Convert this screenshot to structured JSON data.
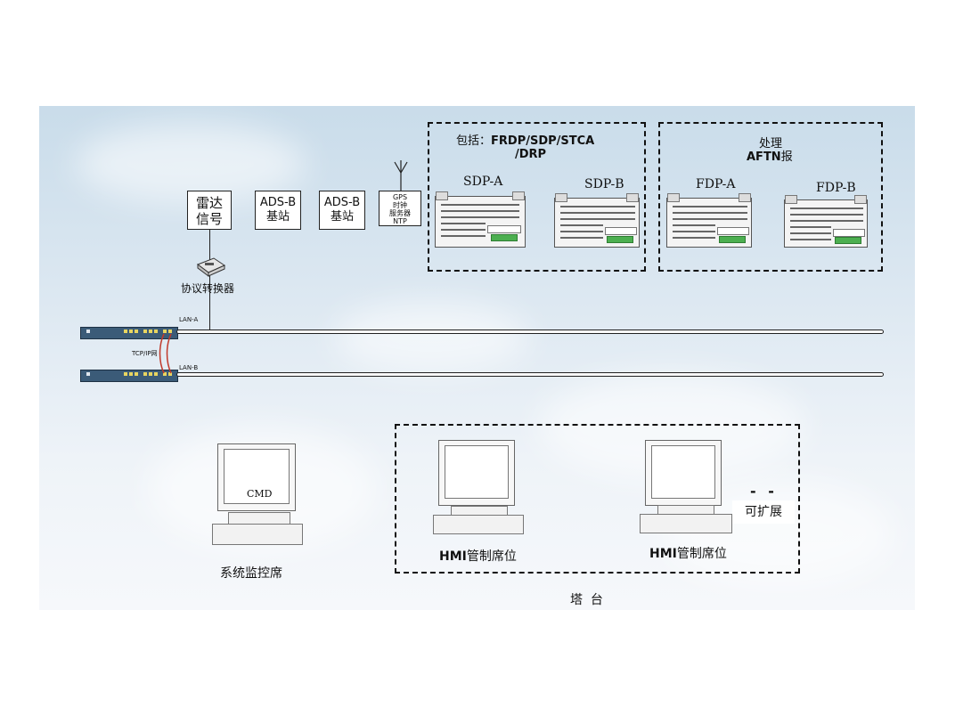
{
  "radar_box": {
    "line1": "雷达",
    "line2": "信号"
  },
  "adsb1": {
    "line1": "ADS-B",
    "line2": "基站"
  },
  "adsb2": {
    "line1": "ADS-B",
    "line2": "基站"
  },
  "gps_box": {
    "line1": "GPS",
    "line2": "时钟",
    "line3": "服务器",
    "line4": "NTP"
  },
  "protocol_converter": "协议转换器",
  "sdp_group": {
    "title1": "包括：",
    "title1_bold": "FRDP/SDP/STCA",
    "title2": "/DRP",
    "server_a": "SDP-A",
    "server_b": "SDP-B"
  },
  "fdp_group": {
    "title1": "处理",
    "title2_bold": "AFTN",
    "title2": "报",
    "server_a": "FDP-A",
    "server_b": "FDP-B"
  },
  "network": {
    "lan_a": "LAN-A",
    "lan_b": "LAN-B",
    "tcpip": "TCP/IP网"
  },
  "cmd": {
    "screen_label": "CMD",
    "caption": "系统监控席"
  },
  "tower": {
    "hmi1_bold": "HMI",
    "hmi1": "管制席位",
    "hmi2_bold": "HMI",
    "hmi2": "管制席位",
    "dots": "- -",
    "expand": "可扩展",
    "caption": "塔  台"
  }
}
